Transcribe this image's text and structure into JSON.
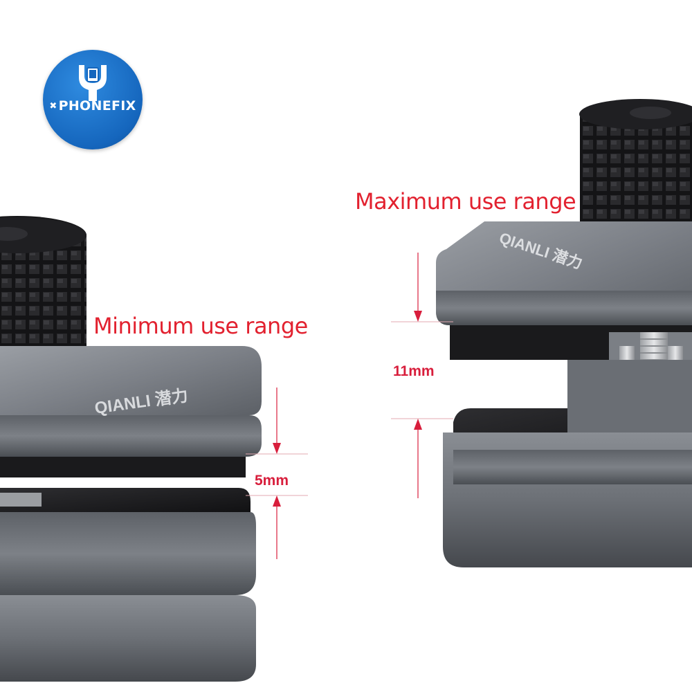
{
  "logo": {
    "brand": "PHONEFIX",
    "mark": "wrench-phone-icon"
  },
  "labels": {
    "minimum": "Minimum use range",
    "maximum": "Maximum use range"
  },
  "dimensions": {
    "min_gap": "5mm",
    "max_gap": "11mm"
  },
  "product_brand": "QIANLI 潜力",
  "colors": {
    "annotation_red": "#e2212f",
    "logo_blue": "#1566bd",
    "clamp_metal": "#6e7278",
    "pad_black": "#1c1c1e"
  }
}
